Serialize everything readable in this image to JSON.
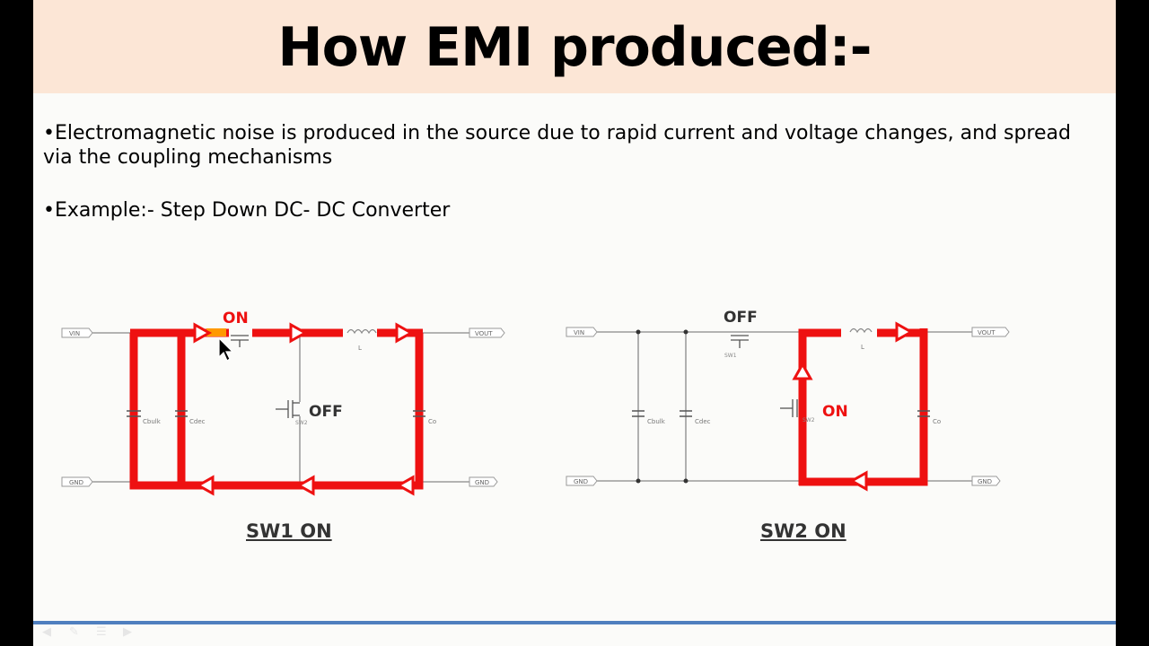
{
  "title": "How EMI produced:-",
  "bullets": [
    "•Electromagnetic noise is produced in the source due to rapid current  and voltage changes, and spread via the coupling mechanisms",
    "•Example:- Step Down DC- DC Converter"
  ],
  "circuit1": {
    "caption": "SW1  ON",
    "sw1_state": "ON",
    "sw2_state": "OFF",
    "labels": {
      "vin": "VIN",
      "gnd": "GND",
      "vout": "VOUT",
      "cbulk": "Cbulk",
      "cdec": "Cdec",
      "co": "Co",
      "l": "L",
      "sw2": "SW2"
    }
  },
  "circuit2": {
    "caption": "SW2  ON",
    "sw1_state": "OFF",
    "sw2_state": "ON",
    "labels": {
      "vin": "VIN",
      "gnd": "GND",
      "vout": "VOUT",
      "cbulk": "Cbulk",
      "cdec": "Cdec",
      "co": "Co",
      "l": "L",
      "sw1": "SW1",
      "sw2": "SW2"
    }
  },
  "colors": {
    "current_path": "#ee1111",
    "highlight": "#ff9900",
    "title_band": "#fce6d6",
    "bottom_rule": "#4f7fbf"
  }
}
